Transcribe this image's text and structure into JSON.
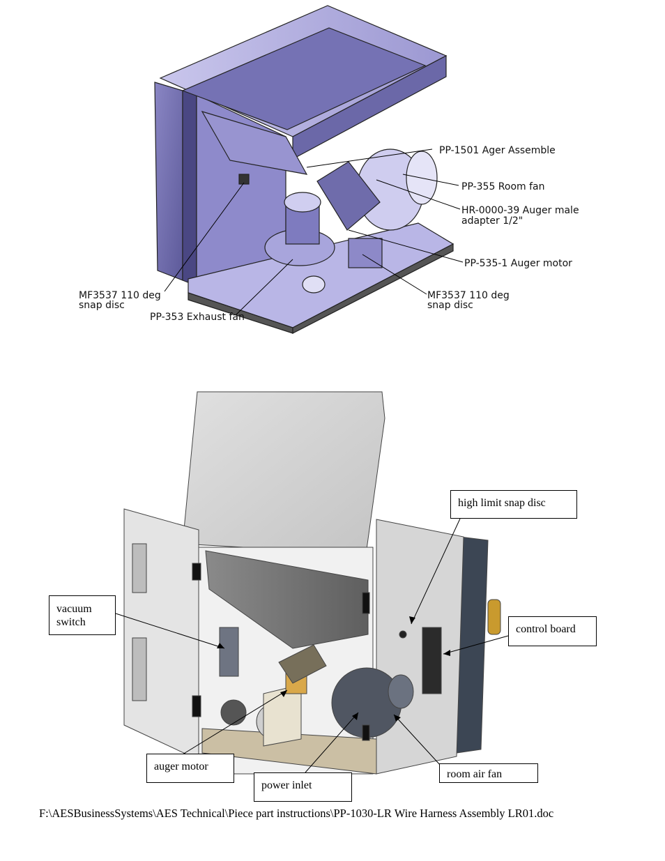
{
  "top_diagram": {
    "labels": {
      "ager": "PP-1501 Ager Assemble",
      "room_fan": "PP-355 Room fan",
      "adapter_line1": "HR-0000-39 Auger male",
      "adapter_line2": "adapter 1/2\"",
      "auger_motor": "PP-535-1 Auger motor",
      "snap_right_line1": "MF3537 110 deg",
      "snap_right_line2": "snap disc",
      "snap_left_line1": "MF3537 110 deg",
      "snap_left_line2": "snap disc",
      "exhaust_fan": "PP-353 Exhaust fan"
    }
  },
  "bottom_diagram": {
    "callouts": {
      "high_limit": "high limit snap disc",
      "vacuum_line1": "vacuum",
      "vacuum_line2": "switch",
      "control_board": "control board",
      "auger_motor": "auger motor",
      "power_inlet": "power inlet",
      "room_air_fan": "room air fan"
    }
  },
  "footer": {
    "path": "F:\\AESBusinessSystems\\AES Technical\\Piece part instructions\\PP-1030-LR Wire Harness Assembly LR01.doc"
  }
}
